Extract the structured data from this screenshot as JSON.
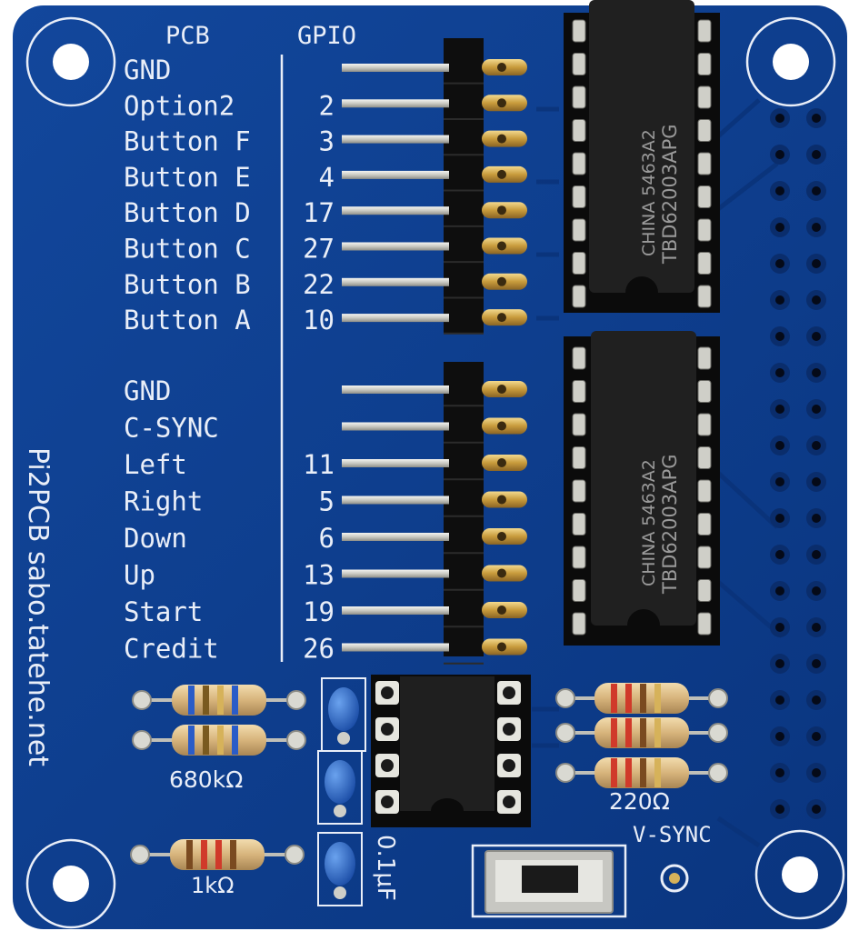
{
  "board": {
    "brand_text": "Pi2PCB sabo.tatehe.net",
    "colors": {
      "pcb": "#0d3f92",
      "pcb_dark": "#082c6c",
      "silkscreen": "#e9eef8",
      "gold": "#d6b25a",
      "chip": "#1e1e1e",
      "resistor_body": "#dcc08a",
      "capacitor": "#2d6fcf"
    }
  },
  "header": {
    "col_pcb": "PCB",
    "col_gpio": "GPIO"
  },
  "top_pins": [
    {
      "label": "GND",
      "gpio": ""
    },
    {
      "label": "Option2",
      "gpio": "2"
    },
    {
      "label": "Button F",
      "gpio": "3"
    },
    {
      "label": "Button E",
      "gpio": "4"
    },
    {
      "label": "Button D",
      "gpio": "17"
    },
    {
      "label": "Button C",
      "gpio": "27"
    },
    {
      "label": "Button B",
      "gpio": "22"
    },
    {
      "label": "Button A",
      "gpio": "10"
    }
  ],
  "bottom_pins": [
    {
      "label": "GND",
      "gpio": ""
    },
    {
      "label": "C-SYNC",
      "gpio": ""
    },
    {
      "label": "Left",
      "gpio": "11"
    },
    {
      "label": "Right",
      "gpio": "5"
    },
    {
      "label": "Down",
      "gpio": "6"
    },
    {
      "label": "Up",
      "gpio": "13"
    },
    {
      "label": "Start",
      "gpio": "19"
    },
    {
      "label": "Credit",
      "gpio": "26"
    }
  ],
  "chips": {
    "top": {
      "line1": "CHINA 5463A2",
      "line2": "TBD62003APG"
    },
    "bottom": {
      "line1": "CHINA 5463A2",
      "line2": "TBD62003APG"
    }
  },
  "component_labels": {
    "res_680k": "680kΩ",
    "res_1k": "1kΩ",
    "res_220": "220Ω",
    "cap": "0.1μF",
    "vsync": "V-SYNC"
  },
  "header_pin_grid": {
    "rows": 20,
    "cols": 2
  }
}
